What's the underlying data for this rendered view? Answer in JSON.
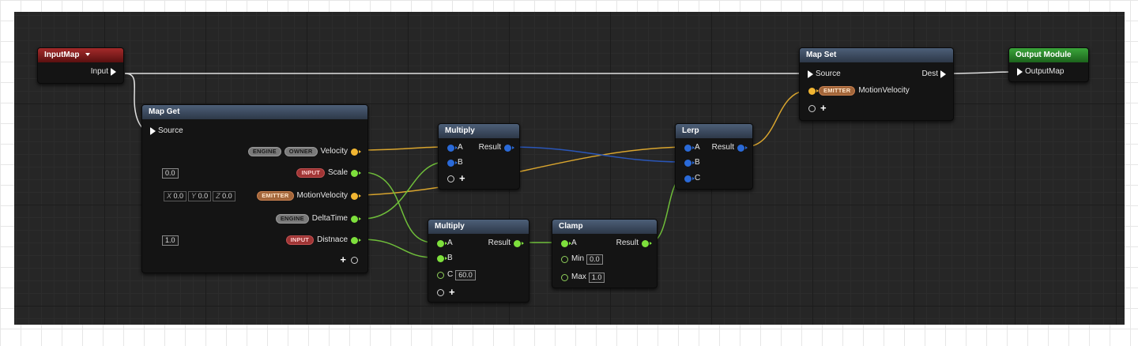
{
  "nodes": {
    "input_map": {
      "title": "InputMap",
      "output_label": "Input"
    },
    "map_get": {
      "title": "Map Get",
      "source_label": "Source",
      "velocity": {
        "tags": [
          "ENGINE",
          "OWNER"
        ],
        "label": "Velocity"
      },
      "scale": {
        "tag": "INPUT",
        "label": "Scale",
        "default": "0.0"
      },
      "motion_velocity": {
        "tag": "EMITTER",
        "label": "MotionVelocity",
        "x_label": "X",
        "x_val": "0.0",
        "y_label": "Y",
        "y_val": "0.0",
        "z_label": "Z",
        "z_val": "0.0"
      },
      "delta_time": {
        "tag": "ENGINE",
        "label": "DeltaTime"
      },
      "distance": {
        "tag": "INPUT",
        "label": "Distnace",
        "default": "1.0"
      }
    },
    "multiply_1": {
      "title": "Multiply",
      "a_label": "A",
      "b_label": "B",
      "result_label": "Result"
    },
    "multiply_2": {
      "title": "Multiply",
      "a_label": "A",
      "b_label": "B",
      "c_label": "C",
      "c_value": "60.0",
      "result_label": "Result"
    },
    "clamp": {
      "title": "Clamp",
      "a_label": "A",
      "min_label": "Min",
      "min_value": "0.0",
      "max_label": "Max",
      "max_value": "1.0",
      "result_label": "Result"
    },
    "lerp": {
      "title": "Lerp",
      "a_label": "A",
      "b_label": "B",
      "c_label": "C",
      "result_label": "Result"
    },
    "map_set": {
      "title": "Map Set",
      "source_label": "Source",
      "dest_label": "Dest",
      "motion_velocity": {
        "tag": "EMITTER",
        "label": "MotionVelocity"
      }
    },
    "output_module": {
      "title": "Output Module",
      "input_label": "OutputMap"
    }
  },
  "colors": {
    "canvas": "#262626",
    "vector_pin": "#f2b632",
    "float_pin": "#7ee03c",
    "blue_pin": "#2a6ad8",
    "exec_wire": "#e0e0e0",
    "input_header": "#a52a2a",
    "output_header": "#3aa63a",
    "function_header": "#4d5f78"
  },
  "icons": {
    "exec_pin": "triangle-pin",
    "add_pin": "plus-icon",
    "dropdown": "chevron-down-icon"
  }
}
